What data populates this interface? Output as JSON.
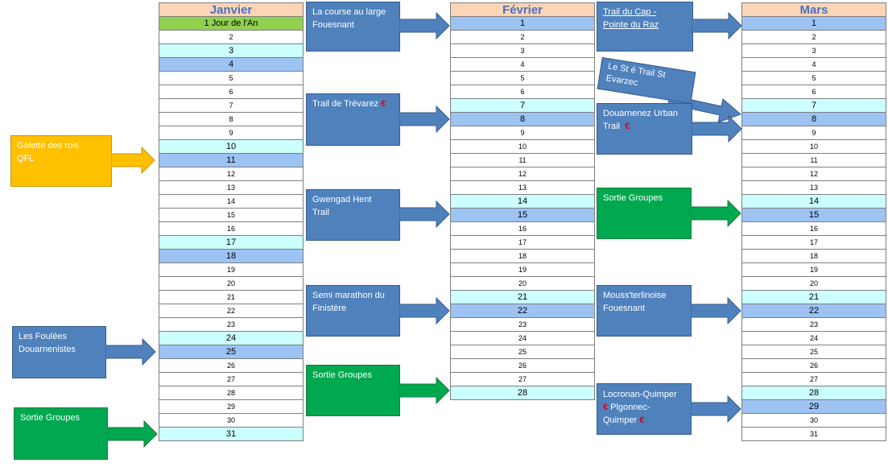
{
  "months": [
    {
      "name": "Janvier",
      "days": [
        {
          "label": "1 Jour de l'An",
          "style": "hol"
        },
        {
          "label": "2",
          "style": ""
        },
        {
          "label": "3",
          "style": "w1"
        },
        {
          "label": "4",
          "style": "w2"
        },
        {
          "label": "5",
          "style": ""
        },
        {
          "label": "6",
          "style": ""
        },
        {
          "label": "7",
          "style": ""
        },
        {
          "label": "8",
          "style": ""
        },
        {
          "label": "9",
          "style": ""
        },
        {
          "label": "10",
          "style": "w1"
        },
        {
          "label": "11",
          "style": "w2"
        },
        {
          "label": "12",
          "style": ""
        },
        {
          "label": "13",
          "style": ""
        },
        {
          "label": "14",
          "style": ""
        },
        {
          "label": "15",
          "style": ""
        },
        {
          "label": "16",
          "style": ""
        },
        {
          "label": "17",
          "style": "w1"
        },
        {
          "label": "18",
          "style": "w2"
        },
        {
          "label": "19",
          "style": ""
        },
        {
          "label": "20",
          "style": ""
        },
        {
          "label": "21",
          "style": ""
        },
        {
          "label": "22",
          "style": ""
        },
        {
          "label": "23",
          "style": ""
        },
        {
          "label": "24",
          "style": "w1"
        },
        {
          "label": "25",
          "style": "w2"
        },
        {
          "label": "26",
          "style": ""
        },
        {
          "label": "27",
          "style": ""
        },
        {
          "label": "28",
          "style": ""
        },
        {
          "label": "29",
          "style": ""
        },
        {
          "label": "30",
          "style": ""
        },
        {
          "label": "31",
          "style": "w1"
        }
      ]
    },
    {
      "name": "Février",
      "days": [
        {
          "label": "1",
          "style": "w2"
        },
        {
          "label": "2",
          "style": ""
        },
        {
          "label": "3",
          "style": ""
        },
        {
          "label": "4",
          "style": ""
        },
        {
          "label": "5",
          "style": ""
        },
        {
          "label": "6",
          "style": ""
        },
        {
          "label": "7",
          "style": "w1"
        },
        {
          "label": "8",
          "style": "w2"
        },
        {
          "label": "9",
          "style": ""
        },
        {
          "label": "10",
          "style": ""
        },
        {
          "label": "11",
          "style": ""
        },
        {
          "label": "12",
          "style": ""
        },
        {
          "label": "13",
          "style": ""
        },
        {
          "label": "14",
          "style": "w1"
        },
        {
          "label": "15",
          "style": "w2"
        },
        {
          "label": "16",
          "style": ""
        },
        {
          "label": "17",
          "style": ""
        },
        {
          "label": "18",
          "style": ""
        },
        {
          "label": "19",
          "style": ""
        },
        {
          "label": "20",
          "style": ""
        },
        {
          "label": "21",
          "style": "w1"
        },
        {
          "label": "22",
          "style": "w2"
        },
        {
          "label": "23",
          "style": ""
        },
        {
          "label": "24",
          "style": ""
        },
        {
          "label": "25",
          "style": ""
        },
        {
          "label": "26",
          "style": ""
        },
        {
          "label": "27",
          "style": ""
        },
        {
          "label": "28",
          "style": "w1"
        }
      ]
    },
    {
      "name": "Mars",
      "days": [
        {
          "label": "1",
          "style": "w2"
        },
        {
          "label": "2",
          "style": ""
        },
        {
          "label": "3",
          "style": ""
        },
        {
          "label": "4",
          "style": ""
        },
        {
          "label": "5",
          "style": ""
        },
        {
          "label": "6",
          "style": ""
        },
        {
          "label": "7",
          "style": "w1"
        },
        {
          "label": "8",
          "style": "w2"
        },
        {
          "label": "9",
          "style": ""
        },
        {
          "label": "10",
          "style": ""
        },
        {
          "label": "11",
          "style": ""
        },
        {
          "label": "12",
          "style": ""
        },
        {
          "label": "13",
          "style": ""
        },
        {
          "label": "14",
          "style": "w1"
        },
        {
          "label": "15",
          "style": "w2"
        },
        {
          "label": "16",
          "style": ""
        },
        {
          "label": "17",
          "style": ""
        },
        {
          "label": "18",
          "style": ""
        },
        {
          "label": "19",
          "style": ""
        },
        {
          "label": "20",
          "style": ""
        },
        {
          "label": "21",
          "style": "w1"
        },
        {
          "label": "22",
          "style": "w2"
        },
        {
          "label": "23",
          "style": ""
        },
        {
          "label": "24",
          "style": ""
        },
        {
          "label": "25",
          "style": ""
        },
        {
          "label": "26",
          "style": ""
        },
        {
          "label": "27",
          "style": ""
        },
        {
          "label": "28",
          "style": "w1"
        },
        {
          "label": "29",
          "style": "w2"
        },
        {
          "label": "30",
          "style": ""
        },
        {
          "label": "31",
          "style": ""
        }
      ]
    }
  ],
  "events": {
    "galette": {
      "line1": "Galette des rois",
      "line2": "QFL"
    },
    "foulees": {
      "line1": "Les Foulées",
      "line2": "Douarnenistes"
    },
    "sortie_jan": {
      "line1": "Sortie Groupes"
    },
    "course_large": {
      "line1": "La course au large",
      "line2": "Fouesnant"
    },
    "trevarez": {
      "line1": "Trail de Trévarez",
      "euro": "€"
    },
    "gwengad": {
      "line1": "Gwengad Hent",
      "line2": "Trail"
    },
    "semi": {
      "line1": "Semi marathon du",
      "line2": "Finistère"
    },
    "sortie_fev": {
      "line1": "Sortie Groupes"
    },
    "cap_raz": {
      "line1": "Trail du Cap -",
      "line2": "Pointe du Raz"
    },
    "st_evarzec": {
      "line1": "Le St é Trail St",
      "line2": "Evarzec"
    },
    "douarnenez": {
      "line1": "Douarnenez Urban",
      "line2": "Trail",
      "euro": "€"
    },
    "sortie_mars": {
      "line1": "Sortie Groupes"
    },
    "mouss": {
      "line1": "Mouss'terlinoise",
      "line2": "Fouesnant"
    },
    "locronan": {
      "line1": "Locronan-Quimper",
      "line2_euro": "€",
      "line2": " Plgonnec-",
      "line3": "Quimper",
      "line3_euro": "€"
    }
  },
  "colors": {
    "header_bg": "#fbd5b5",
    "header_text": "#4f71be",
    "holiday": "#92d050",
    "weekend_sat": "#ccffff",
    "weekend_sun": "#9dc3f3",
    "event_blue": "#4f81bd",
    "event_green": "#00a84f",
    "event_yellow": "#ffc000",
    "euro_red": "#e0001b"
  }
}
